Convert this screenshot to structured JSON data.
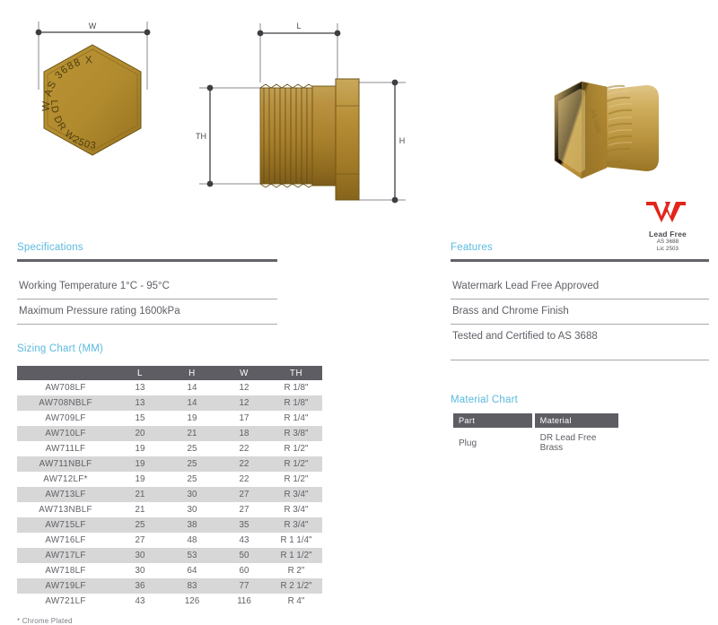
{
  "drawings": {
    "hex_view": {
      "dimension_label": "W",
      "engrave_top": "W AS 3688 X",
      "engrave_bottom": "LD DR W2503",
      "brass_color": "#b8902f",
      "brass_shade": "#a67f24"
    },
    "section_view": {
      "dimension_length": "L",
      "dimension_thread": "TH",
      "dimension_height": "H",
      "brass_color": "#b08a35"
    },
    "photo": {
      "alt_name": "brass-hex-plug-photo",
      "brass_color": "#c49a3e"
    }
  },
  "specifications": {
    "heading": "Specifications",
    "rows": [
      "Working Temperature 1°C - 95°C",
      "Maximum Pressure rating 1600kPa"
    ]
  },
  "features": {
    "heading": "Features",
    "rows": [
      "Watermark Lead Free Approved",
      "Brass and Chrome Finish",
      "Tested and Certified to AS 3688",
      ""
    ]
  },
  "badge": {
    "logo_name": "watermark-w-logo",
    "logo_color": "#e1251b",
    "title": "Lead Free",
    "standard": "AS 3688",
    "licence": "Lic 2503"
  },
  "sizing_chart": {
    "heading": "Sizing Chart (MM)",
    "columns": [
      "",
      "L",
      "H",
      "W",
      "TH"
    ],
    "rows": [
      [
        "AW708LF",
        "13",
        "14",
        "12",
        "R 1/8\""
      ],
      [
        "AW708NBLF",
        "13",
        "14",
        "12",
        "R 1/8\""
      ],
      [
        "AW709LF",
        "15",
        "19",
        "17",
        "R 1/4\""
      ],
      [
        "AW710LF",
        "20",
        "21",
        "18",
        "R 3/8\""
      ],
      [
        "AW711LF",
        "19",
        "25",
        "22",
        "R 1/2\""
      ],
      [
        "AW711NBLF",
        "19",
        "25",
        "22",
        "R 1/2\""
      ],
      [
        "AW712LF*",
        "19",
        "25",
        "22",
        "R 1/2\""
      ],
      [
        "AW713LF",
        "21",
        "30",
        "27",
        "R 3/4\""
      ],
      [
        "AW713NBLF",
        "21",
        "30",
        "27",
        "R 3/4\""
      ],
      [
        "AW715LF",
        "25",
        "38",
        "35",
        "R 3/4\""
      ],
      [
        "AW716LF",
        "27",
        "48",
        "43",
        "R 1 1/4\""
      ],
      [
        "AW717LF",
        "30",
        "53",
        "50",
        "R 1 1/2\""
      ],
      [
        "AW718LF",
        "30",
        "64",
        "60",
        "R 2\""
      ],
      [
        "AW719LF",
        "36",
        "83",
        "77",
        "R 2 1/2\""
      ],
      [
        "AW721LF",
        "43",
        "126",
        "116",
        "R 4\""
      ]
    ],
    "footnote": "* Chrome Plated"
  },
  "material_chart": {
    "heading": "Material Chart",
    "columns": [
      "Part",
      "Material"
    ],
    "rows": [
      [
        "Plug",
        "DR Lead Free Brass"
      ]
    ]
  }
}
